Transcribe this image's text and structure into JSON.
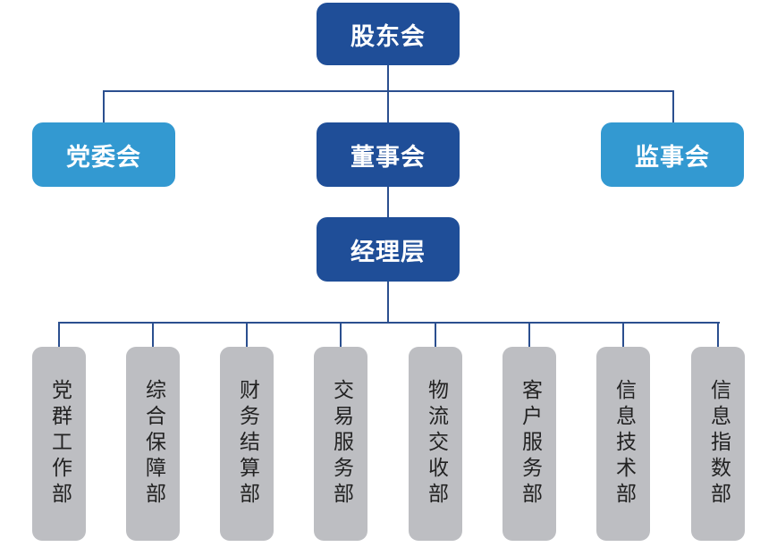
{
  "title": "组织架构图",
  "colors": {
    "primary_box": "#1f4e98",
    "secondary_box": "#3399d1",
    "department_box": "#bdbec2",
    "connector": "#2b4f8f"
  },
  "top": {
    "label": "股东会"
  },
  "level2": {
    "left": {
      "label": "党委会"
    },
    "center": {
      "label": "董事会"
    },
    "right": {
      "label": "监事会"
    }
  },
  "management": {
    "label": "经理层"
  },
  "departments": [
    {
      "label": "党群工作部"
    },
    {
      "label": "综合保障部"
    },
    {
      "label": "财务结算部"
    },
    {
      "label": "交易服务部"
    },
    {
      "label": "物流交收部"
    },
    {
      "label": "客户服务部"
    },
    {
      "label": "信息技术部"
    },
    {
      "label": "信息指数部"
    }
  ]
}
